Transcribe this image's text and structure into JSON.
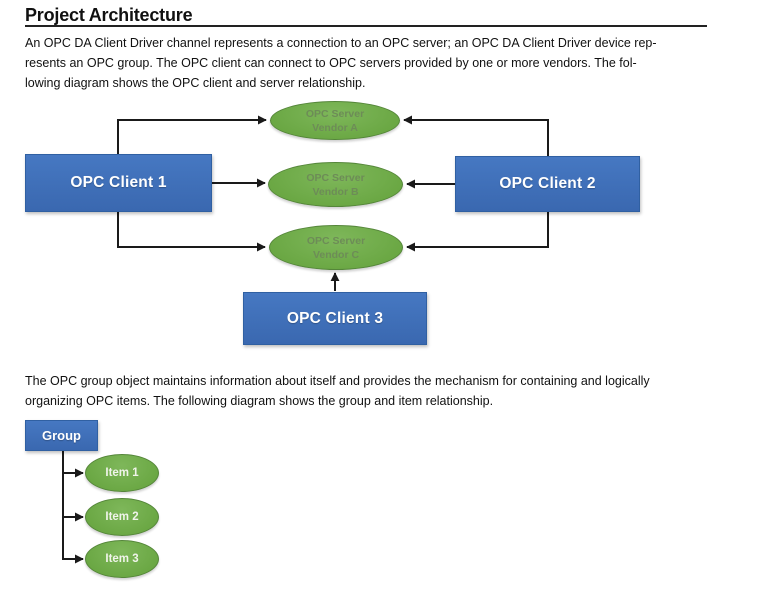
{
  "heading": {
    "title": "Project Architecture"
  },
  "intro_paragraph": {
    "lines": [
      "An OPC DA Client Driver channel represents a connection to an OPC server; an OPC DA Client Driver device rep-",
      "resents an OPC group. The OPC client can connect to OPC servers provided by one or more vendors. The fol-",
      "lowing diagram shows the OPC client and server relationship."
    ]
  },
  "diagram_client_server": {
    "clients": [
      {
        "label": "OPC Client 1"
      },
      {
        "label": "OPC Client 2"
      },
      {
        "label": "OPC Client 3"
      }
    ],
    "servers": [
      {
        "line1": "OPC Server",
        "line2": "Vendor A"
      },
      {
        "line1": "OPC Server",
        "line2": "Vendor B"
      },
      {
        "line1": "OPC Server",
        "line2": "Vendor C"
      }
    ]
  },
  "group_paragraph": {
    "lines": [
      "The OPC group object maintains information about itself and provides the mechanism for containing and logically",
      "organizing OPC items. The following diagram shows the group and item relationship."
    ]
  },
  "diagram_group_items": {
    "group": {
      "label": "Group"
    },
    "items": [
      {
        "label": "Item 1"
      },
      {
        "label": "Item 2"
      },
      {
        "label": "Item 3"
      }
    ]
  },
  "colors": {
    "client_box_blue": "#3d6cb4",
    "server_ellipse_green": "#71ad4b",
    "server_text_green_gray": "#6d8c57",
    "connector_black": "#1a1a1a",
    "heading_text": "#111111"
  }
}
